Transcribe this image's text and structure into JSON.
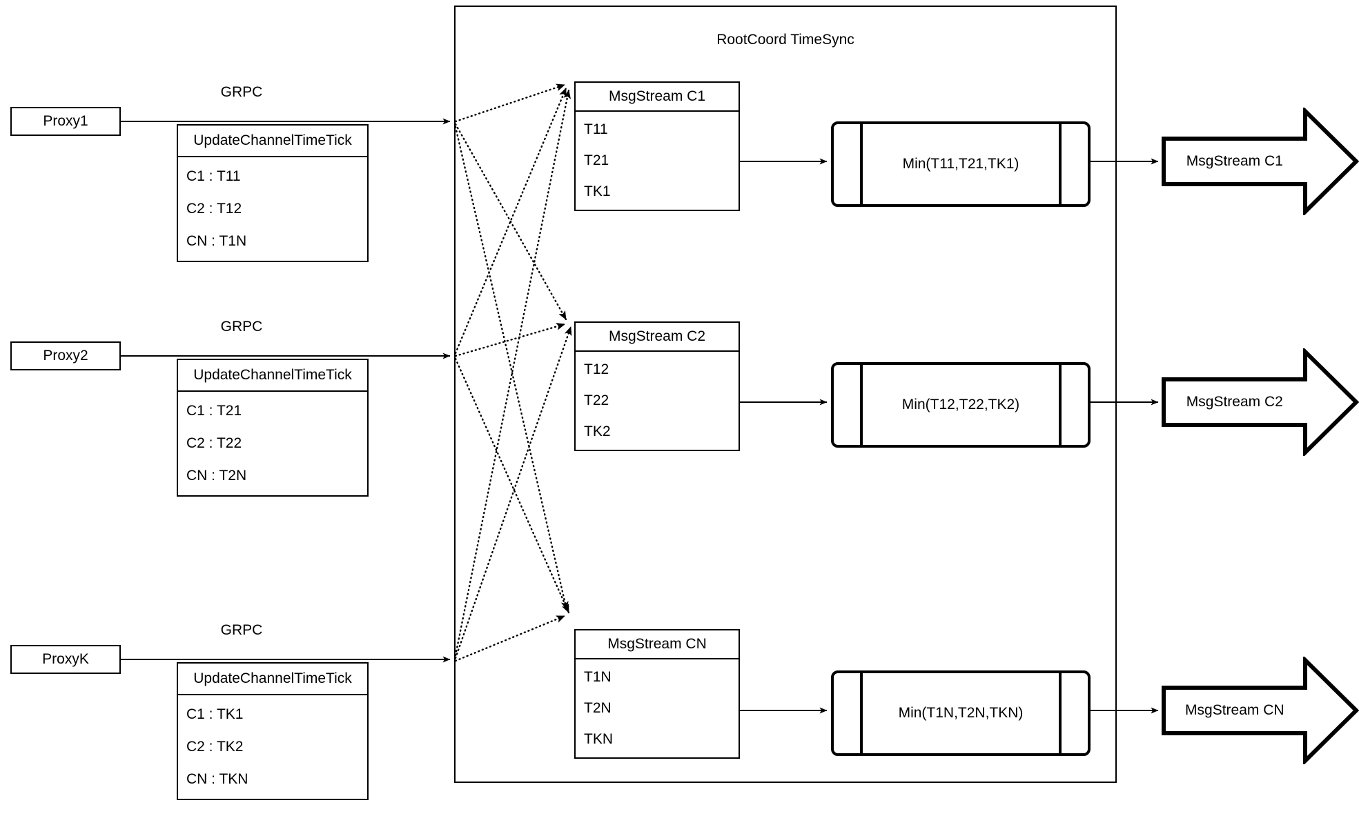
{
  "diagram": {
    "title": "RootCoord TimeSync",
    "connector_label": "GRPC"
  },
  "proxies": [
    {
      "name": "Proxy1",
      "link_label": "GRPC",
      "request": {
        "title": "UpdateChannelTimeTick",
        "rows": [
          "C1 :  T11",
          "C2 :  T12",
          "CN : T1N"
        ]
      }
    },
    {
      "name": "Proxy2",
      "link_label": "GRPC",
      "request": {
        "title": "UpdateChannelTimeTick",
        "rows": [
          "C1 :  T21",
          "C2 :  T22",
          "CN : T2N"
        ]
      }
    },
    {
      "name": "ProxyK",
      "link_label": "GRPC",
      "request": {
        "title": "UpdateChannelTimeTick",
        "rows": [
          "C1 :  TK1",
          "C2 :  TK2",
          "CN : TKN"
        ]
      }
    }
  ],
  "channels": [
    {
      "stream": {
        "title": "MsgStream C1",
        "rows": [
          "T11",
          "T21",
          "TK1"
        ]
      },
      "process": "Min(T11,T21,TK1)",
      "output": "MsgStream C1"
    },
    {
      "stream": {
        "title": "MsgStream C2",
        "rows": [
          "T12",
          "T22",
          "TK2"
        ]
      },
      "process": "Min(T12,T22,TK2)",
      "output": "MsgStream C2"
    },
    {
      "stream": {
        "title": "MsgStream CN",
        "rows": [
          "T1N",
          "T2N",
          "TKN"
        ]
      },
      "process": "Min(T1N,T2N,TKN)",
      "output": "MsgStream CN"
    }
  ],
  "colors": {
    "stroke": "#000000",
    "background": "#ffffff"
  }
}
